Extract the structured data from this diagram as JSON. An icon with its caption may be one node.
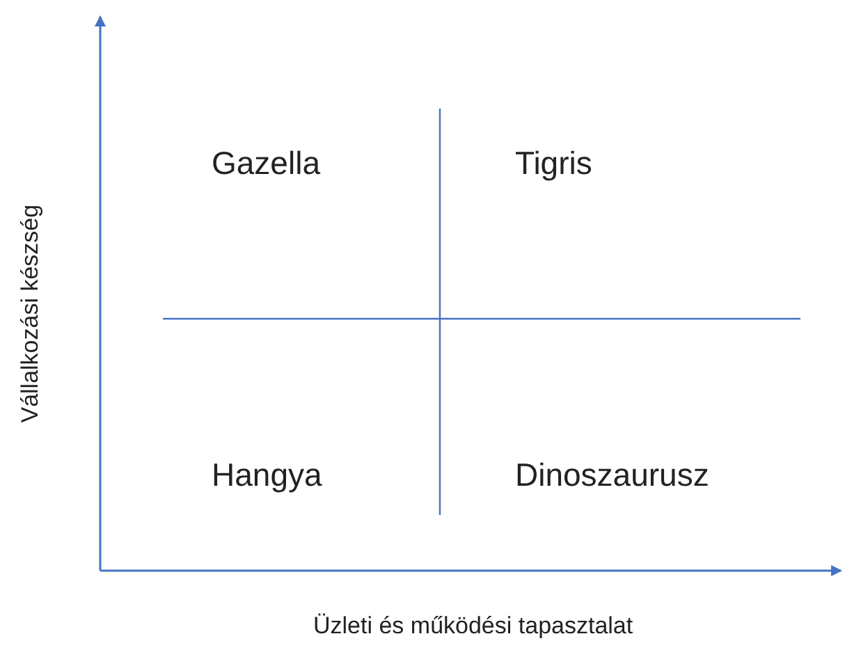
{
  "diagram": {
    "labels": [
      "Vállalkozási készség",
      "Gazella",
      "Tigris",
      "Hangya",
      "Dinoszaurusz",
      "Üzleti és működési tapasztalat"
    ]
  }
}
